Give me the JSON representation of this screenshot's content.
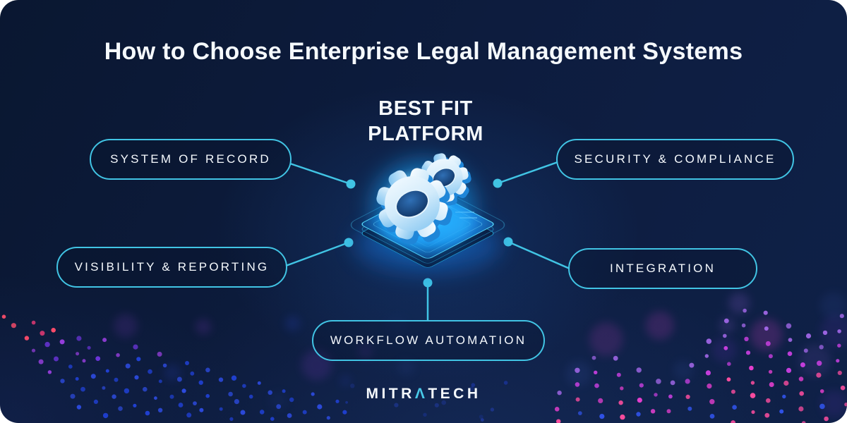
{
  "title": "How to Choose Enterprise Legal Management Systems",
  "center": {
    "line1": "BEST FIT",
    "line2": "PLATFORM"
  },
  "nodes": [
    {
      "id": "system-of-record",
      "label": "SYSTEM OF RECORD"
    },
    {
      "id": "security-compliance",
      "label": "SECURITY & COMPLIANCE"
    },
    {
      "id": "visibility-reporting",
      "label": "VISIBILITY & REPORTING"
    },
    {
      "id": "integration",
      "label": "INTEGRATION"
    },
    {
      "id": "workflow-automation",
      "label": "WORKFLOW AUTOMATION"
    }
  ],
  "footer": {
    "logo_prefix": "MITR",
    "logo_accent": "Λ",
    "logo_suffix": "TECH"
  },
  "colors": {
    "accent_cyan": "#41c4e4",
    "text_white": "#f5f9fd",
    "logo_accent": "#49c9e8",
    "background_navy": "#0d1b3c",
    "card_outer": "#ffffff",
    "glow_blue": "#1e9bff"
  },
  "decor": {
    "left_wave_colors": [
      "#ff4d6b",
      "#f23b78",
      "#9a3fe0",
      "#6a34d8",
      "#2d4be0",
      "#2040d2"
    ],
    "right_wave_colors": [
      "#a066e6",
      "#c93fe0",
      "#ea3fd2",
      "#ff4da0",
      "#7d36d9",
      "#3052e8",
      "#e8409a"
    ]
  }
}
